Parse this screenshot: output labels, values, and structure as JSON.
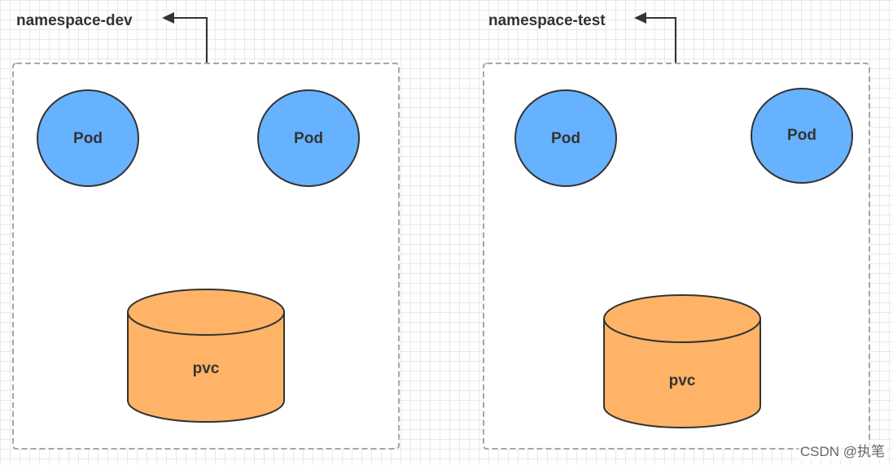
{
  "namespaces": [
    {
      "label": "namespace-dev",
      "pods": [
        "Pod",
        "Pod"
      ],
      "pvc": "pvc"
    },
    {
      "label": "namespace-test",
      "pods": [
        "Pod",
        "Pod"
      ],
      "pvc": "pvc"
    }
  ],
  "watermark": "CSDN @执笔",
  "colors": {
    "pod_fill": "#66b2ff",
    "pvc_fill": "#ffb366",
    "stroke": "#333333",
    "namespace_border": "#a6a6a6"
  }
}
